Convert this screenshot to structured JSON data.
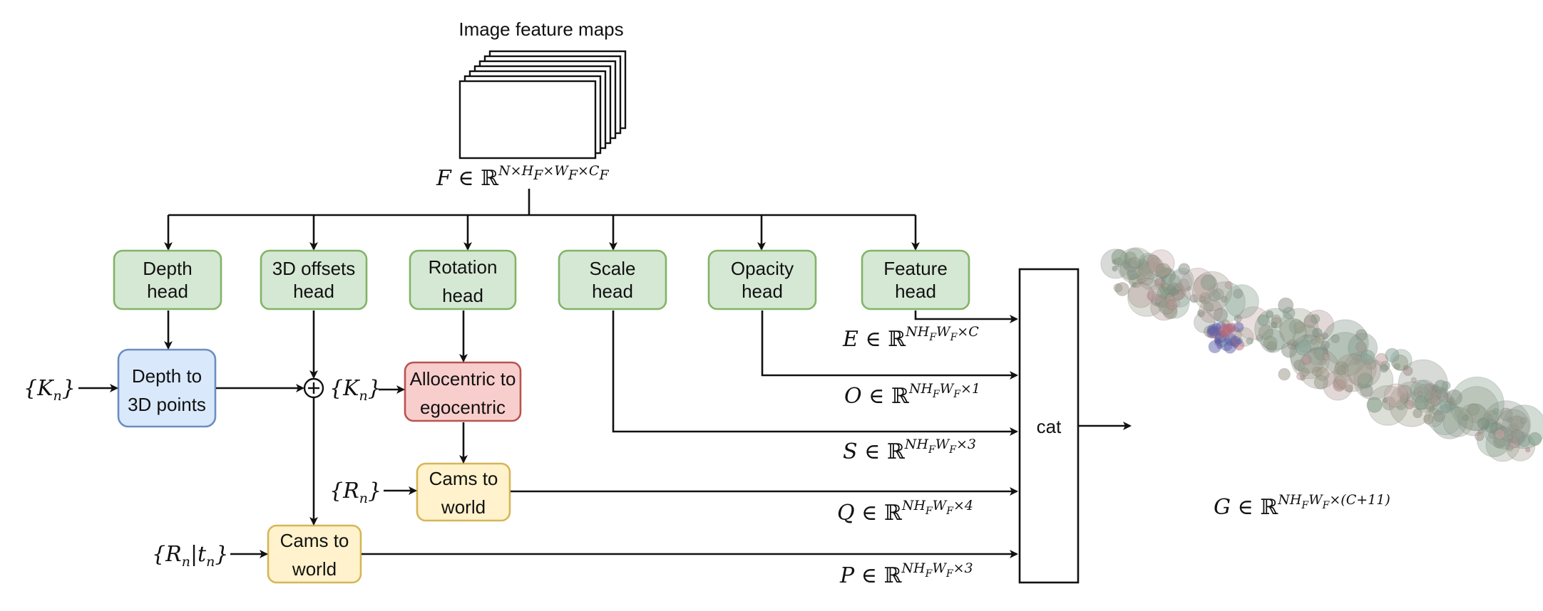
{
  "title": "Image feature maps",
  "feature_eq": {
    "sym": "F",
    "rel": " ∈ ℝ",
    "sup": "N×H",
    "sub1": "F",
    "sup2": "×W",
    "sub2": "F",
    "sup3": "×C",
    "sub3": "F"
  },
  "heads": {
    "depth": [
      "Depth",
      "head"
    ],
    "offsets": [
      "3D offsets",
      "head"
    ],
    "rotation": [
      "Rotation",
      "head"
    ],
    "scale": [
      "Scale",
      "head"
    ],
    "opacity": [
      "Opacity",
      "head"
    ],
    "feature": [
      "Feature",
      "head"
    ]
  },
  "depth_to_points": [
    "Depth to",
    "3D points"
  ],
  "allo_to_ego": [
    "Allocentric to",
    "egocentric"
  ],
  "cams_to_world_rot": [
    "Cams to",
    "world"
  ],
  "cams_to_world_pos": [
    "Cams to",
    "world"
  ],
  "cat_label": "cat",
  "inputs": {
    "K1": "{K",
    "K1_sub": "n",
    "K1_close": "}",
    "K2": "{K",
    "K2_sub": "n",
    "K2_close": "}",
    "R": "{R",
    "R_sub": "n",
    "R_close": "}",
    "Rt": "{R",
    "Rt_sub": "n",
    "Rt_mid": "|t",
    "Rt_sub2": "n",
    "Rt_close": "}"
  },
  "outputs": {
    "E": {
      "sym": "E",
      "rel": " ∈ ℝ",
      "sup": "NH",
      "sub1": "F",
      "sup2": "W",
      "sub2": "F",
      "sup3": "×C"
    },
    "O": {
      "sym": "O",
      "rel": " ∈ ℝ",
      "sup": "NH",
      "sub1": "F",
      "sup2": "W",
      "sub2": "F",
      "sup3": "×1"
    },
    "S": {
      "sym": "S",
      "rel": " ∈ ℝ",
      "sup": "NH",
      "sub1": "F",
      "sup2": "W",
      "sub2": "F",
      "sup3": "×3"
    },
    "Q": {
      "sym": "Q",
      "rel": " ∈ ℝ",
      "sup": "NH",
      "sub1": "F",
      "sup2": "W",
      "sub2": "F",
      "sup3": "×4"
    },
    "P": {
      "sym": "P",
      "rel": " ∈ ℝ",
      "sup": "NH",
      "sub1": "F",
      "sup2": "W",
      "sub2": "F",
      "sup3": "×3"
    },
    "G": {
      "sym": "G",
      "rel": " ∈ ℝ",
      "sup": "NH",
      "sub1": "F",
      "sup2": "W",
      "sub2": "F",
      "sup3": "×(C+11)"
    }
  },
  "colors": {
    "green_fill": "#d5e8d4",
    "green_stroke": "#82b366",
    "blue_fill": "#dae8fc",
    "blue_stroke": "#6c8ebf",
    "red_fill": "#f8cecc",
    "red_stroke": "#b85450",
    "yellow_fill": "#fff2cc",
    "yellow_stroke": "#d6b656"
  }
}
